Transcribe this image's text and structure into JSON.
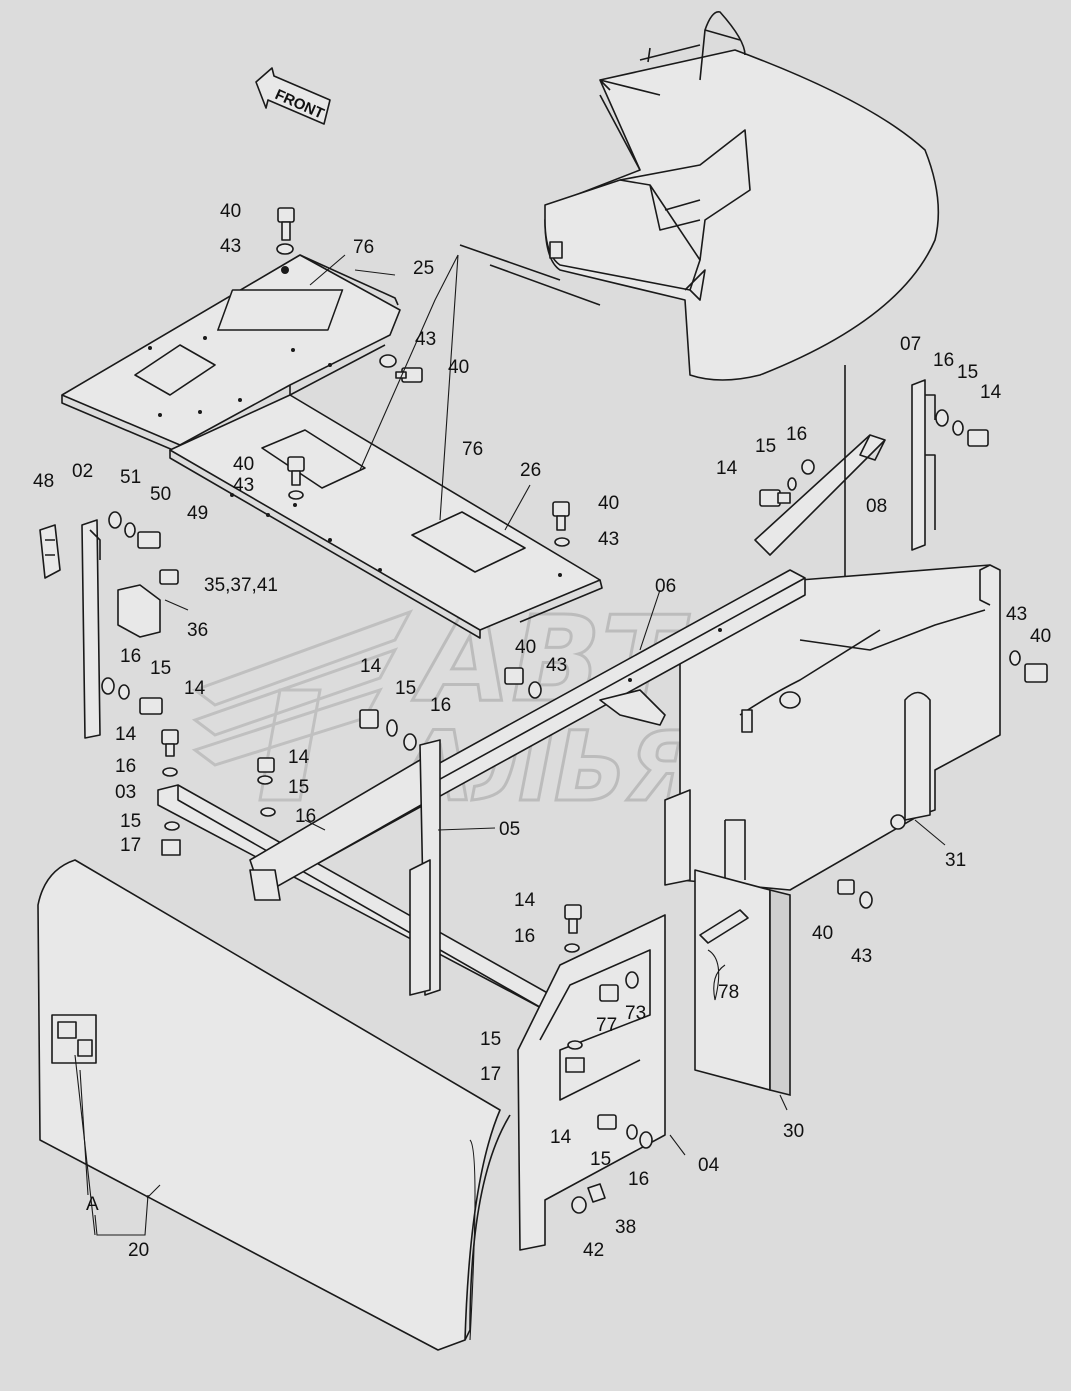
{
  "diagram": {
    "front_label": "FRONT",
    "watermark": {
      "line1": "АВТО",
      "line2": "АЛЬЯНС"
    },
    "labels": {
      "l40a": "40",
      "l43a": "43",
      "l76a": "76",
      "l25": "25",
      "l43b": "43",
      "l40b": "40",
      "l07": "07",
      "l16a": "16",
      "l15a": "15",
      "l14a": "14",
      "l15b": "15",
      "l16b": "16",
      "l14b": "14",
      "l08": "08",
      "l76b": "76",
      "l40c": "40",
      "l43c": "43",
      "l26": "26",
      "l40d": "40",
      "l43d": "43",
      "l48": "48",
      "l02": "02",
      "l51": "51",
      "l50": "50",
      "l49": "49",
      "l35": "35,37,41",
      "l36": "36",
      "l16c": "16",
      "l15c": "15",
      "l14c": "14",
      "l06": "06",
      "l40e": "40",
      "l43e": "43",
      "l43f": "43",
      "l40f": "40",
      "l14d": "14",
      "l15d": "15",
      "l16d": "16",
      "l14e": "14",
      "l14f": "14",
      "l16e": "16",
      "l15e": "15",
      "l16f": "16",
      "l03": "03",
      "l15f": "15",
      "l17a": "17",
      "l05": "05",
      "l31": "31",
      "l40g": "40",
      "l43g": "43",
      "l14g": "14",
      "l16g": "16",
      "l78": "78",
      "l73": "73",
      "l77": "77",
      "l15g": "15",
      "l17b": "17",
      "l30": "30",
      "l14h": "14",
      "l15h": "15",
      "l16h": "16",
      "l04": "04",
      "lA": "A",
      "l20": "20",
      "l42": "42",
      "l38": "38"
    }
  }
}
